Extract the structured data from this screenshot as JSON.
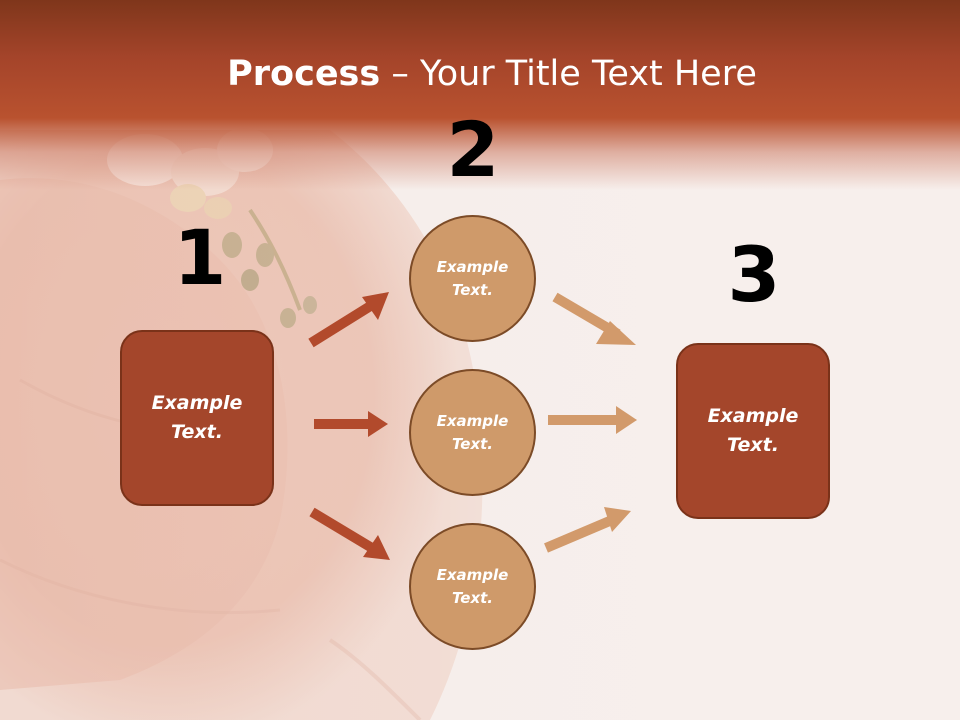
{
  "title": {
    "bold": "Process",
    "rest": " – Your Title Text Here"
  },
  "steps": {
    "one": {
      "number": "1",
      "text": "Example\nText."
    },
    "two": {
      "number": "2"
    },
    "three": {
      "number": "3",
      "text": "Example\nText."
    }
  },
  "circles": [
    {
      "text": "Example\nText."
    },
    {
      "text": "Example\nText."
    },
    {
      "text": "Example\nText."
    }
  ],
  "colors": {
    "header": "#b9522f",
    "box_fill": "#a4462b",
    "circle_fill": "#cf9a6a",
    "arrow_dark": "#b24a2c",
    "arrow_light": "#d29a6b"
  },
  "background": "orchid-flower-skin-photo"
}
